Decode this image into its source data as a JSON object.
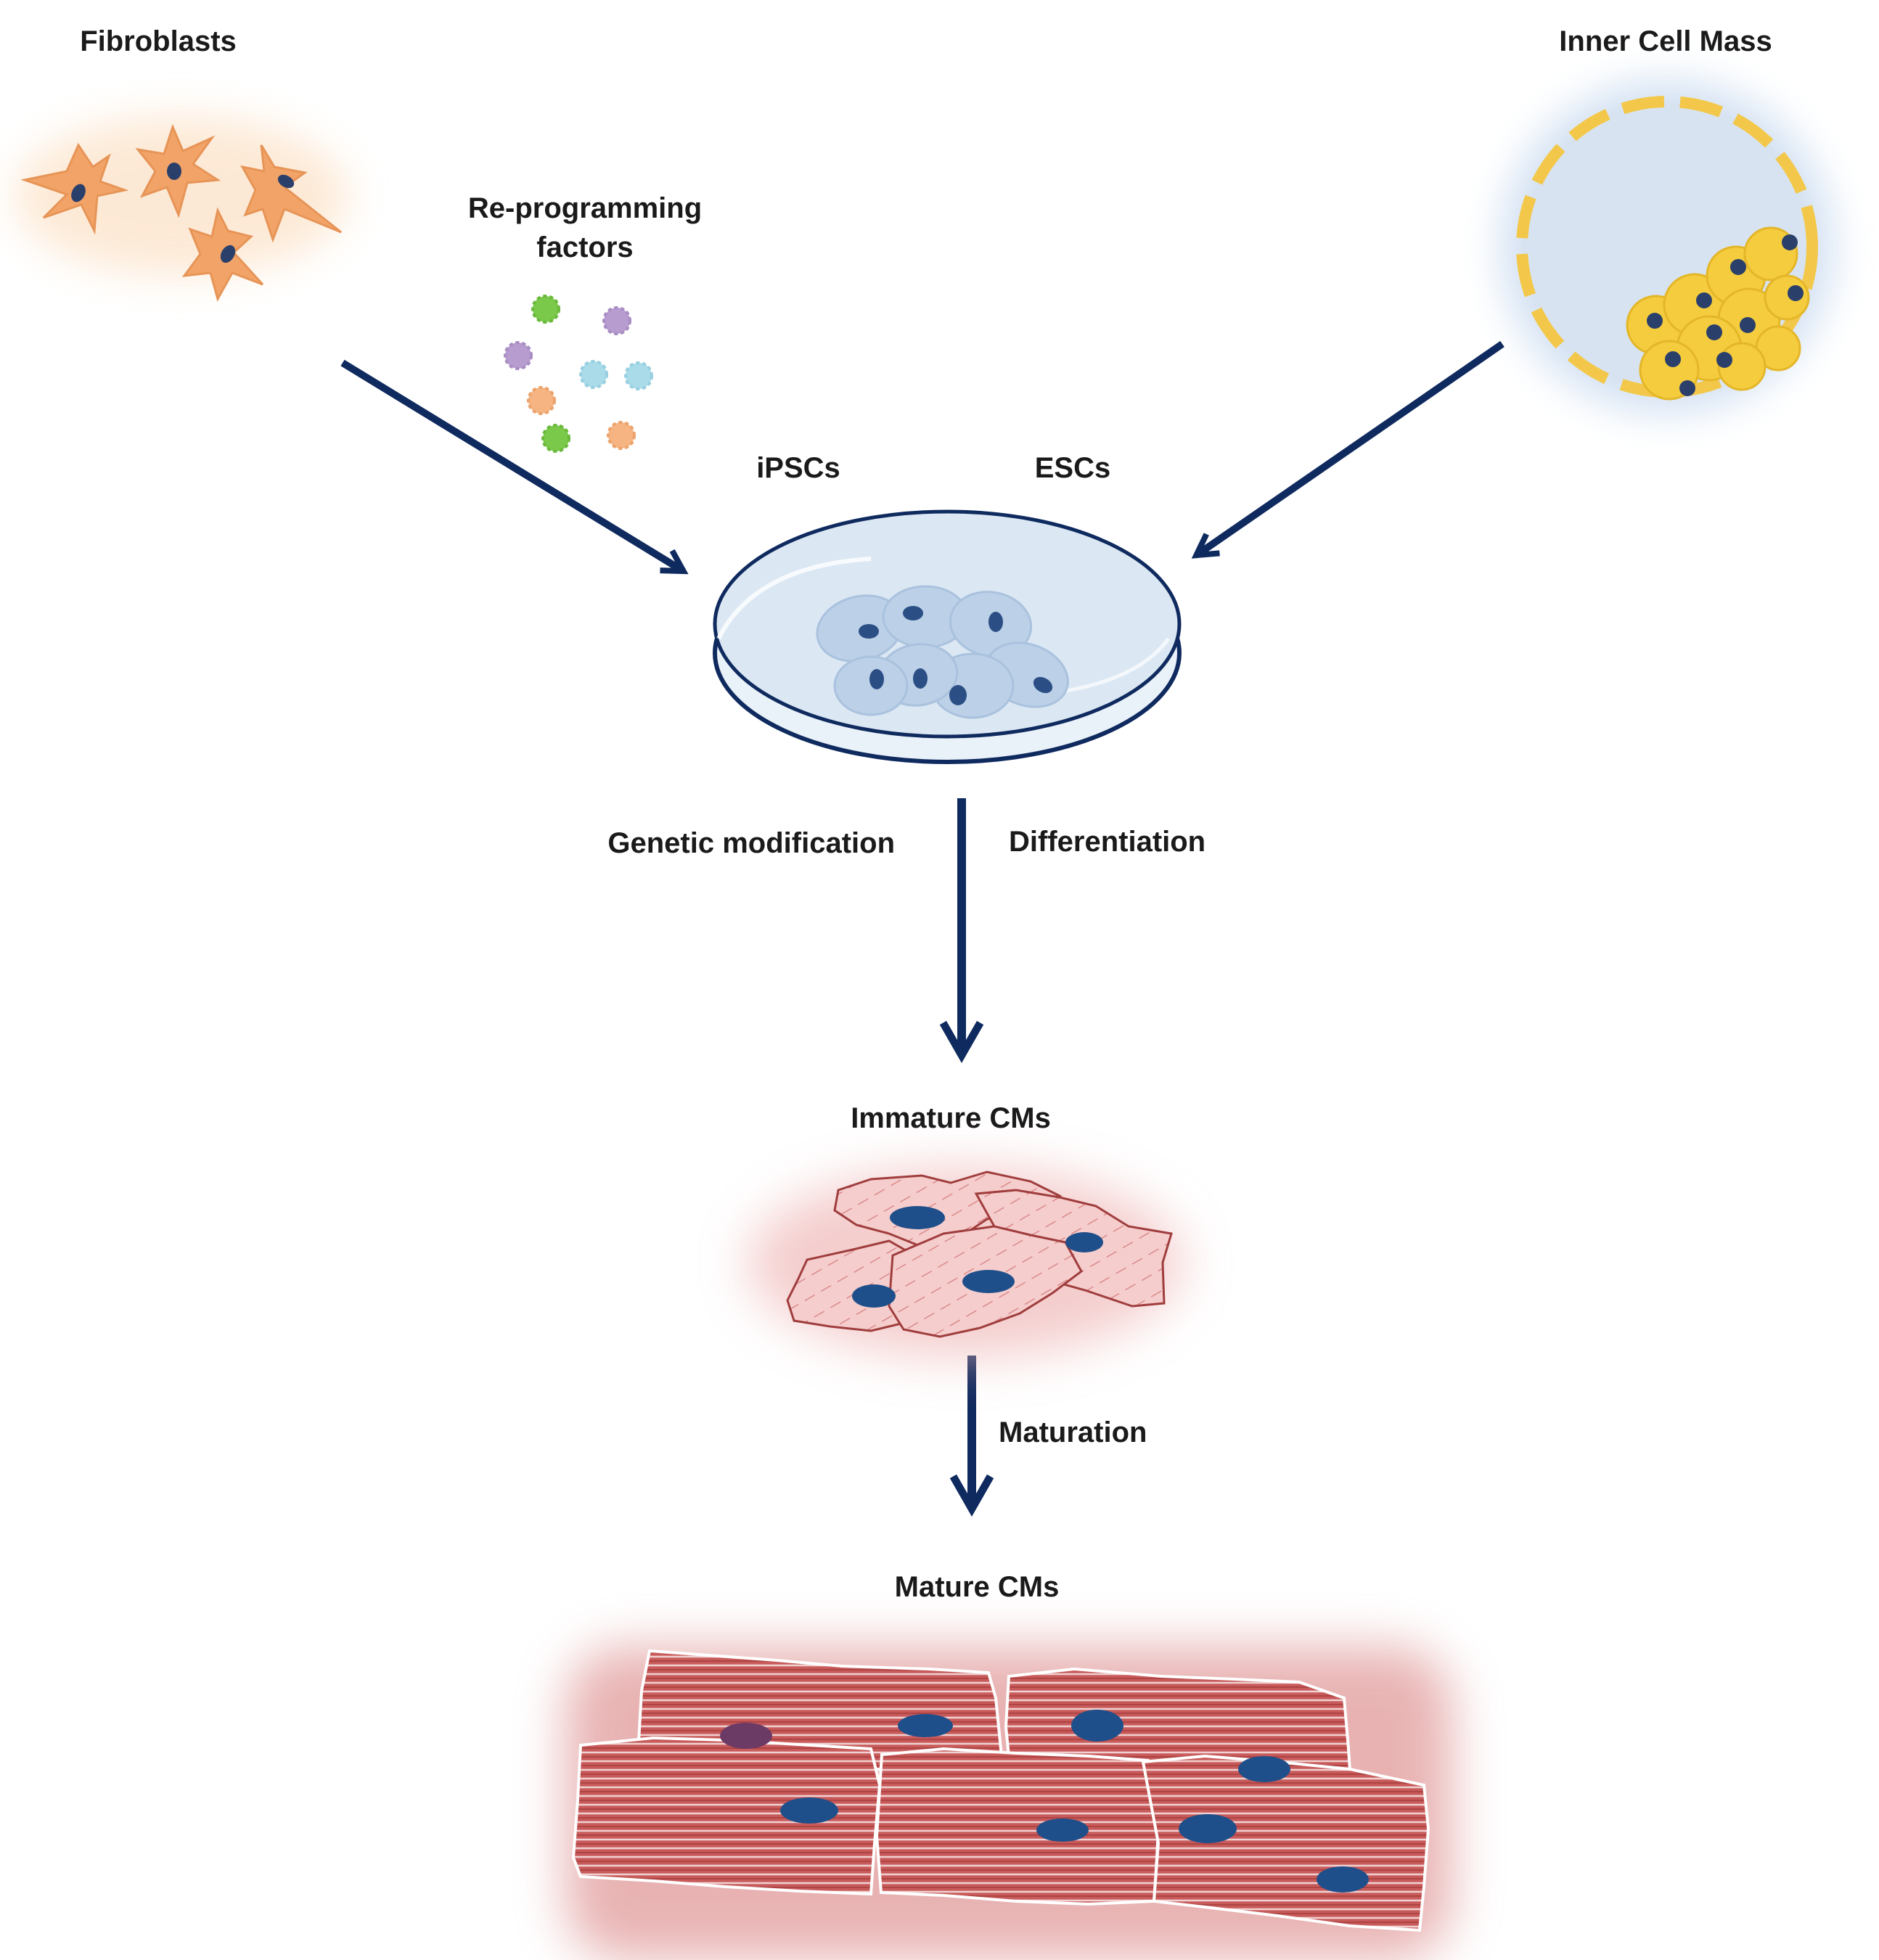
{
  "labels": {
    "fibroblasts": "Fibroblasts",
    "inner_cell_mass": "Inner Cell Mass",
    "reprogramming_line1": "Re-programming",
    "reprogramming_line2": "factors",
    "ipscs": "iPSCs",
    "escs": "ESCs",
    "genetic_modification": "Genetic modification",
    "differentiation": "Differentiation",
    "immature_cms": "Immature CMs",
    "maturation": "Maturation",
    "mature_cms": "Mature CMs"
  },
  "colors": {
    "arrow": "#0f2a5e",
    "nucleus": "#1f4f8a",
    "fibroblast": "#f2a468",
    "factor_green": "#7bc94a",
    "factor_purple": "#b79ccf",
    "factor_cyan": "#a9dbe9",
    "factor_orange": "#f5b482",
    "icm_shell": "#f3c84a",
    "icm_fill": "#d7e3f1",
    "dish_fill": "#dbe8f3",
    "immature_cm": "#f6cdcd",
    "mature_cm": "#c85a5a"
  },
  "icons": {
    "fibroblasts": "fibroblast-cells-icon",
    "inner_cell_mass": "blastocyst-icon",
    "dish": "petri-dish-icon",
    "immature": "immature-cardiomyocytes-icon",
    "mature": "mature-cardiomyocytes-icon"
  }
}
